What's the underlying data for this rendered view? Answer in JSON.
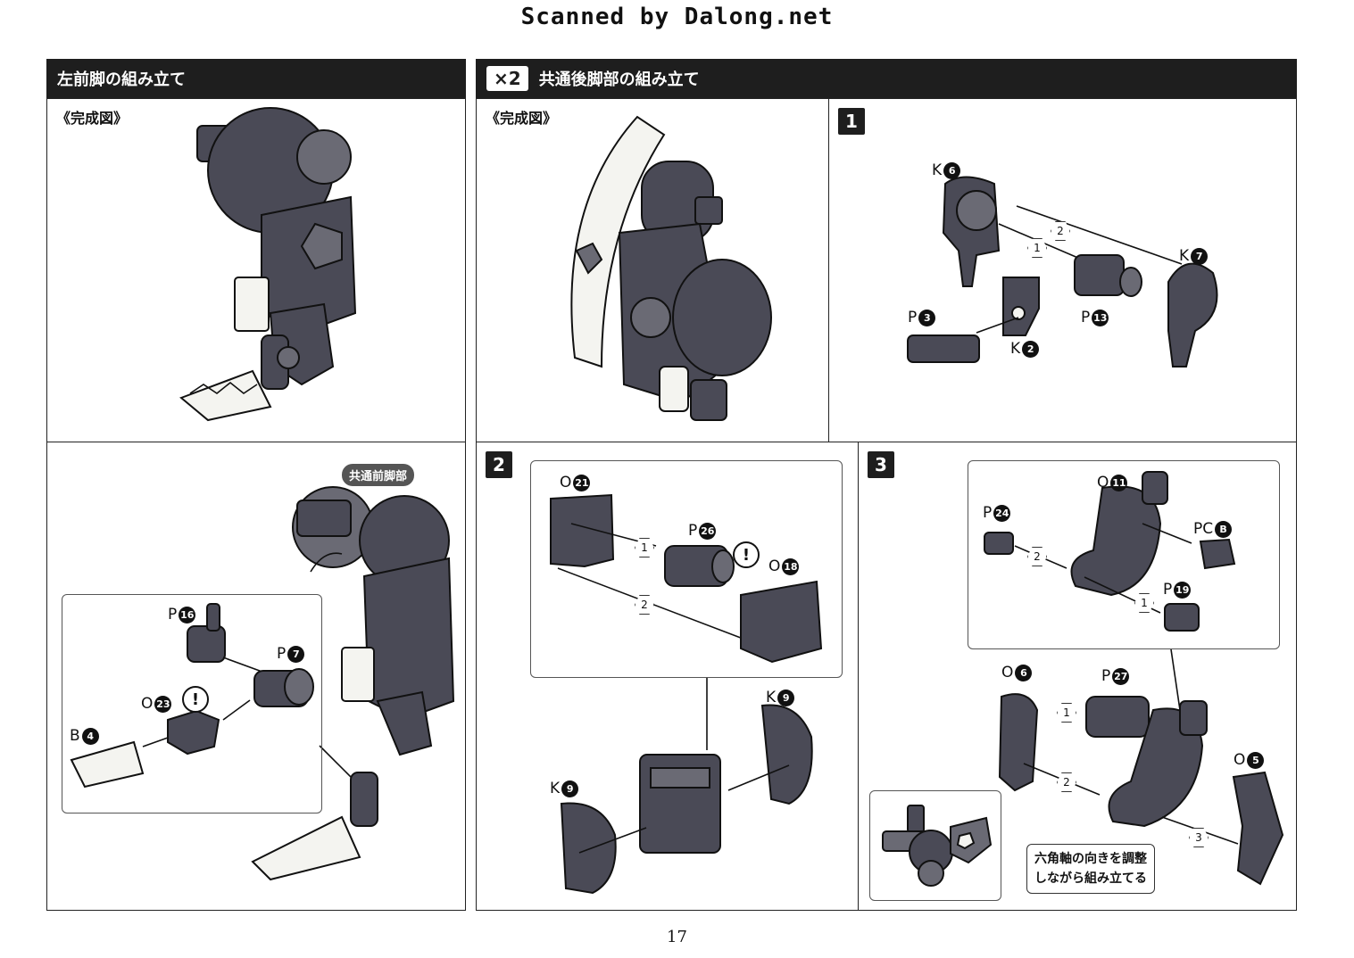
{
  "watermark": "Scanned by Dalong.net",
  "left_section": {
    "title": "左前脚の組み立て",
    "complete_label": "《完成図》",
    "common_tag": "共通前脚部",
    "parts": {
      "p16": {
        "letter": "P",
        "num": "16"
      },
      "p7": {
        "letter": "P",
        "num": "7"
      },
      "o23": {
        "letter": "O",
        "num": "23"
      },
      "b4": {
        "letter": "B",
        "num": "4"
      }
    },
    "warning": "!"
  },
  "right_section": {
    "badge": "×2",
    "title": "共通後脚部の組み立て",
    "complete_label": "《完成図》",
    "step1": {
      "number": "1",
      "parts": {
        "k6": {
          "letter": "K",
          "num": "6"
        },
        "k7": {
          "letter": "K",
          "num": "7"
        },
        "p3": {
          "letter": "P",
          "num": "3"
        },
        "p13": {
          "letter": "P",
          "num": "13"
        },
        "k2": {
          "letter": "K",
          "num": "2"
        }
      },
      "arrows": [
        "1",
        "2"
      ]
    },
    "step2": {
      "number": "2",
      "parts": {
        "o21": {
          "letter": "O",
          "num": "21"
        },
        "p26": {
          "letter": "P",
          "num": "26"
        },
        "o18": {
          "letter": "O",
          "num": "18"
        },
        "k9a": {
          "letter": "K",
          "num": "9"
        },
        "k9b": {
          "letter": "K",
          "num": "9"
        }
      },
      "arrows": [
        "1",
        "2"
      ],
      "warning": "!"
    },
    "step3": {
      "number": "3",
      "parts": {
        "o11": {
          "letter": "O",
          "num": "11"
        },
        "p24": {
          "letter": "P",
          "num": "24"
        },
        "pcb": {
          "letter": "PC",
          "num": "B"
        },
        "p19": {
          "letter": "P",
          "num": "19"
        },
        "o6": {
          "letter": "O",
          "num": "6"
        },
        "p27": {
          "letter": "P",
          "num": "27"
        },
        "o5": {
          "letter": "O",
          "num": "5"
        }
      },
      "arrows": [
        "1",
        "2",
        "1",
        "2",
        "3"
      ],
      "note_line1": "六角軸の向きを調整",
      "note_line2": "しながら組み立てる"
    }
  },
  "page_number": "17"
}
